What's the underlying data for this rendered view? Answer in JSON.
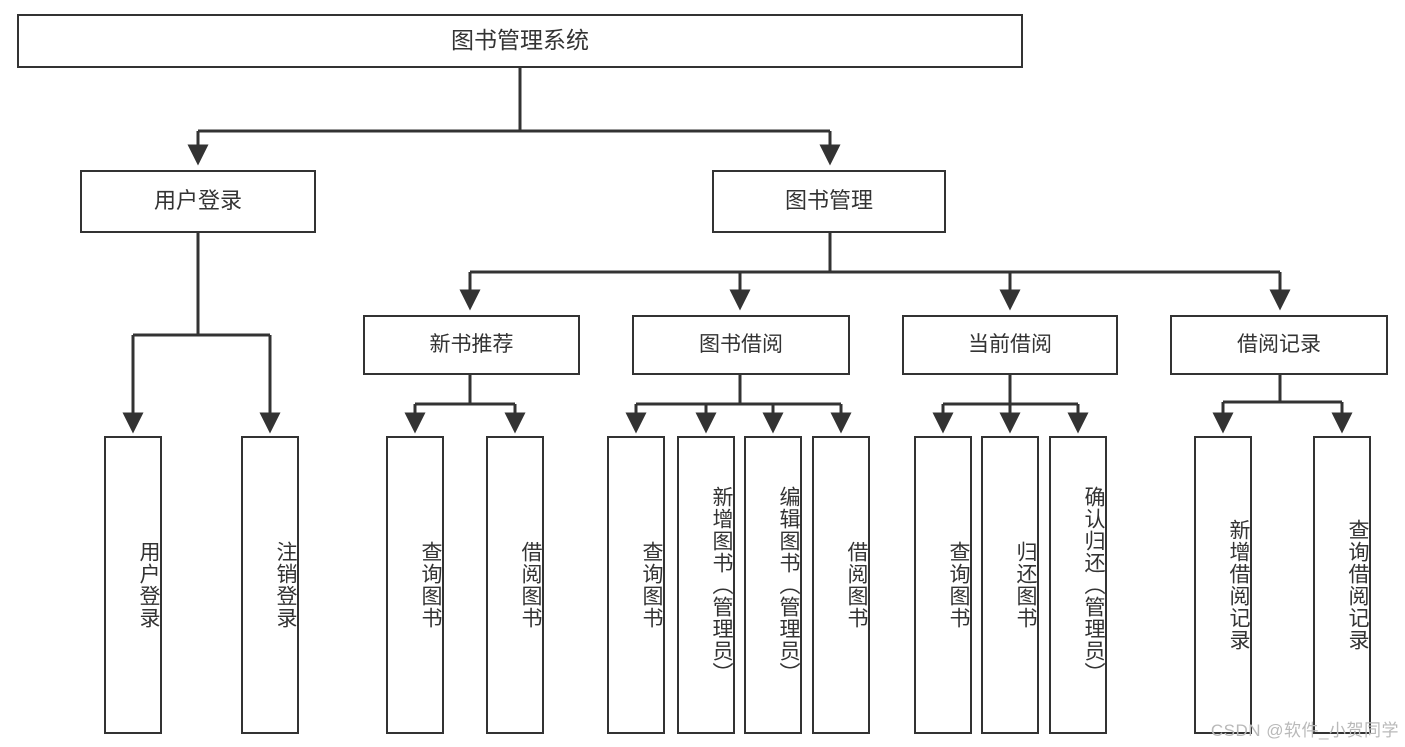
{
  "diagram": {
    "type": "hierarchy-tree",
    "title": "图书管理系统",
    "watermark": "CSDN @软件_小贺同学",
    "colors": {
      "box_border": "#333333",
      "box_fill": "#ffffff",
      "text": "#333333",
      "edge": "#333333",
      "watermark": "#b9b9b9"
    },
    "nodes": {
      "root": {
        "label": "图书管理系统"
      },
      "level2": [
        {
          "label": "用户登录"
        },
        {
          "label": "图书管理"
        }
      ],
      "level3": [
        {
          "label": "新书推荐"
        },
        {
          "label": "图书借阅"
        },
        {
          "label": "当前借阅"
        },
        {
          "label": "借阅记录"
        }
      ],
      "leaves": {
        "user_login": [
          {
            "label": "用户登录"
          },
          {
            "label": "注销登录"
          }
        ],
        "new_book": [
          {
            "label": "查询图书"
          },
          {
            "label": "借阅图书"
          }
        ],
        "book_borrow": [
          {
            "label": "查询图书"
          },
          {
            "label": "新增图书（管理员）"
          },
          {
            "label": "编辑图书（管理员）"
          },
          {
            "label": "借阅图书"
          }
        ],
        "current_borrow": [
          {
            "label": "查询图书"
          },
          {
            "label": "归还图书"
          },
          {
            "label": "确认归还（管理员）"
          }
        ],
        "borrow_record": [
          {
            "label": "新增借阅记录"
          },
          {
            "label": "查询借阅记录"
          }
        ]
      }
    }
  }
}
